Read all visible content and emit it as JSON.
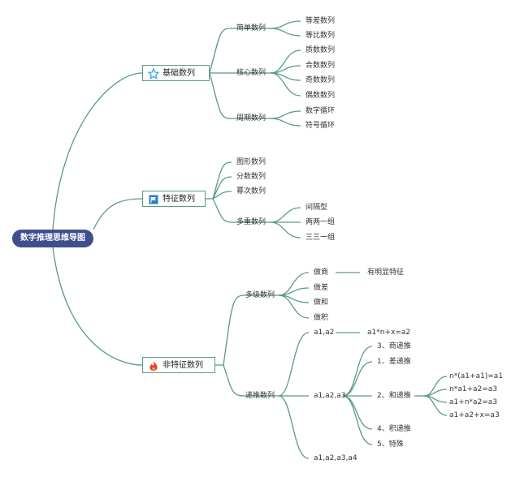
{
  "root": "数字推理思维导图",
  "categories": {
    "basic": {
      "label": "基础数列",
      "icon": "star-icon",
      "groups": {
        "simple": {
          "label": "简单数列",
          "items": [
            "等差数列",
            "等比数列"
          ]
        },
        "core": {
          "label": "核心数列",
          "items": [
            "质数数列",
            "合数数列",
            "奇数数列",
            "偶数数列"
          ]
        },
        "period": {
          "label": "周期数列",
          "items": [
            "数字循环",
            "符号循环"
          ]
        }
      }
    },
    "feature": {
      "label": "特征数列",
      "icon": "flag-icon",
      "items": [
        "图形数列",
        "分数数列",
        "幂次数列"
      ],
      "multi": {
        "label": "多重数列",
        "items": [
          "间隔型",
          "两两一组",
          "三三一组"
        ]
      }
    },
    "nonfeature": {
      "label": "非特征数列",
      "icon": "fire-icon",
      "multilevel": {
        "label": "多级数列",
        "items": [
          "做商",
          "做差",
          "做和",
          "做积"
        ],
        "quotient_note": "有明显特征"
      },
      "recursive": {
        "label": "递推数列",
        "a12": {
          "label": "a1,a2",
          "note": "a1*n+x=a2"
        },
        "a123": {
          "label": "a1,a2,a3",
          "items": [
            "3、商递推",
            "1、差递推",
            "2、和递推",
            "4、积递推",
            "5、特殊"
          ],
          "sum_formulas": [
            "n*(a1+a1)=a1",
            "n*a1+a2=a3",
            "a1+n*a2=a3",
            "a1+a2+x=a3"
          ]
        },
        "a1234": {
          "label": "a1,a2,a3,a4"
        }
      }
    }
  },
  "colors": {
    "line": "#5a9b80",
    "root_bg": "#3d4f8f",
    "star": "#3aa9e0",
    "flag": "#1f7fd1",
    "fire": "#e8412a"
  }
}
